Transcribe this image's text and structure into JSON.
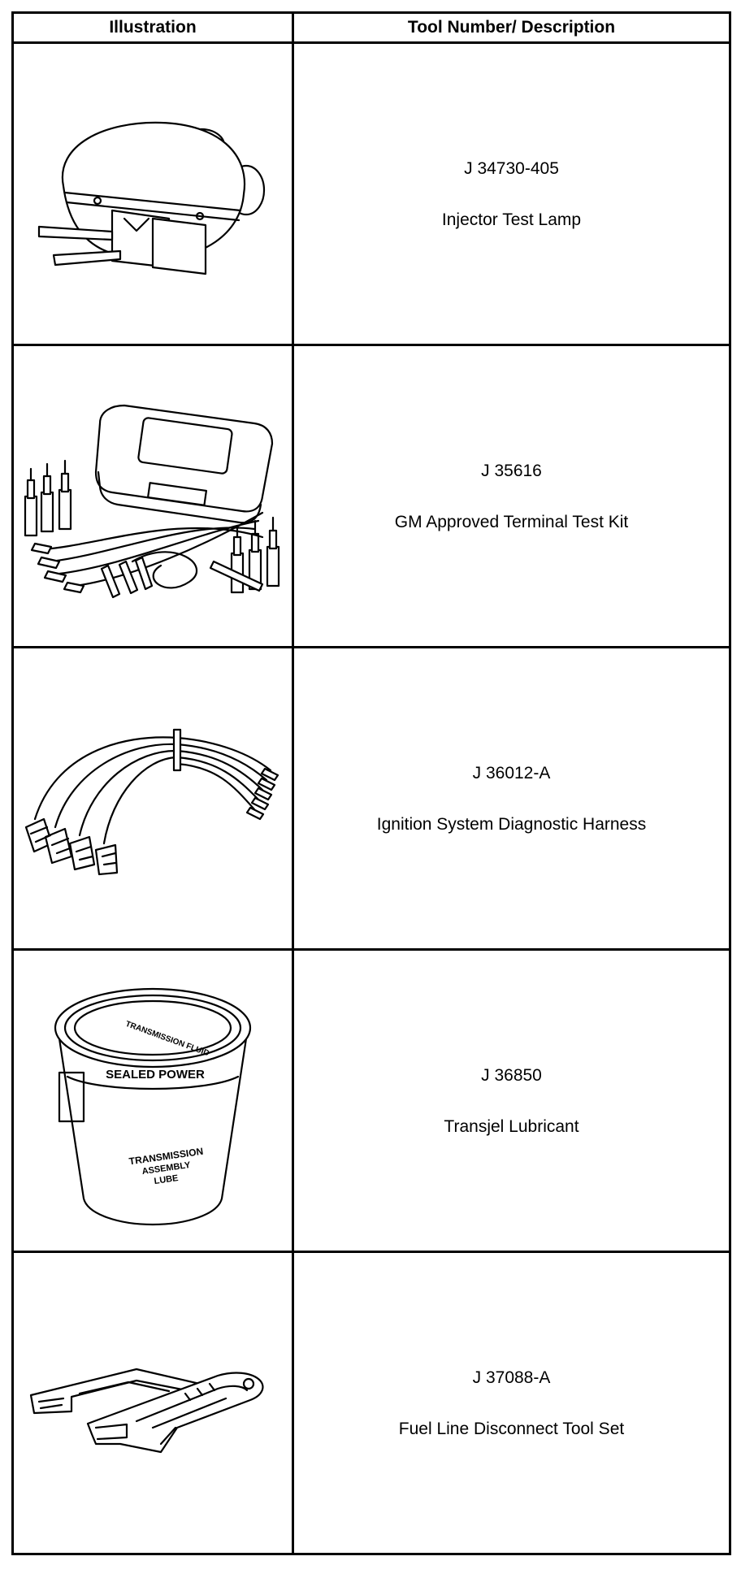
{
  "table": {
    "headers": {
      "illustration": "Illustration",
      "description": "Tool Number/ Description"
    },
    "rows": [
      {
        "tool_number": "J 34730-405",
        "description": "Injector Test Lamp",
        "icon": "injector-test-lamp-illustration"
      },
      {
        "tool_number": "J 35616",
        "description": "GM Approved Terminal Test Kit",
        "icon": "terminal-test-kit-illustration"
      },
      {
        "tool_number": "J 36012-A",
        "description": "Ignition System Diagnostic Harness",
        "icon": "diagnostic-harness-illustration"
      },
      {
        "tool_number": "J 36850",
        "description": "Transjel Lubricant",
        "icon": "lubricant-tub-illustration"
      },
      {
        "tool_number": "J 37088-A",
        "description": "Fuel Line Disconnect Tool Set",
        "icon": "disconnect-tool-set-illustration"
      }
    ]
  },
  "tub_label": {
    "brand": "SEALED POWER",
    "lid_text": "TRANSMISSION FLUID",
    "body_text_1": "TRANSMISSION",
    "body_text_2": "ASSEMBLY",
    "body_text_3": "LUBE"
  }
}
